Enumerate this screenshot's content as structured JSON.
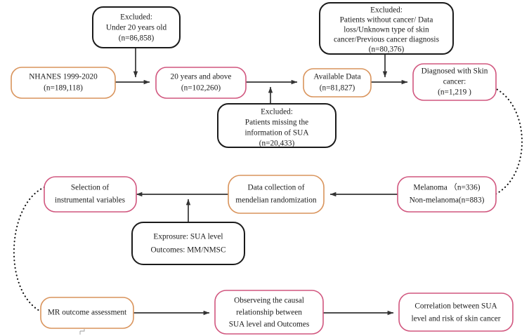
{
  "diagram": {
    "title": "NHANES and Mendelian randomization study flowchart",
    "colors": {
      "orange_border": "#d9945c",
      "pink_border": "#d1577f",
      "black_border": "#1b1b1b",
      "arrow": "#333333",
      "background": "#ffffff"
    },
    "nodes": {
      "nhanes_source": {
        "style": "orange",
        "lines": [
          "NHANES  1999-2020",
          "(n=189,118)"
        ]
      },
      "excluded_under_20": {
        "style": "black",
        "lines": [
          "Excluded:",
          "Under 20 years old",
          "(n=86,858)"
        ]
      },
      "adults_20_plus": {
        "style": "pink",
        "lines": [
          "20 years and above",
          "(n=102,260)"
        ]
      },
      "excluded_missing_sua": {
        "style": "black",
        "lines": [
          "Excluded:",
          "Patients missing the",
          "information of SUA",
          "(n=20,433)"
        ]
      },
      "available_data": {
        "style": "orange",
        "lines": [
          "Available Data",
          "(n=81,827)"
        ]
      },
      "excluded_cancer_criteria": {
        "style": "black",
        "lines": [
          "Excluded:",
          "Patients without cancer/ Data",
          "loss/Unknown type of skin",
          "cancer/Previous cancer diagnosis",
          "(n=80,376)"
        ]
      },
      "diagnosed_skin_cancer": {
        "style": "pink",
        "lines": [
          "Diagnosed with Skin",
          "cancer:",
          "(n=1,219 )"
        ]
      },
      "melanoma_split": {
        "style": "pink",
        "lines": [
          "Melanoma （n=336)",
          "Non-melanoma(n=883)"
        ]
      },
      "mendelian_data_collection": {
        "style": "orange",
        "lines": [
          "Data collection of",
          "mendelian randomization"
        ]
      },
      "exposure_outcomes": {
        "style": "black",
        "lines": [
          "Exprosure: SUA level",
          "Outcomes: MM/NMSC"
        ]
      },
      "instrumental_variables": {
        "style": "pink",
        "lines": [
          "Selection of",
          "instrumental variables"
        ]
      },
      "mr_outcome_assessment": {
        "style": "orange",
        "lines": [
          "MR outcome assessment"
        ]
      },
      "observing_causal": {
        "style": "pink",
        "lines": [
          "Observeing the causal",
          "relationship between",
          "SUA level and Outcomes"
        ]
      },
      "correlation_result": {
        "style": "pink",
        "lines": [
          "Correlation between SUA",
          "level and risk of skin cancer"
        ]
      }
    }
  }
}
